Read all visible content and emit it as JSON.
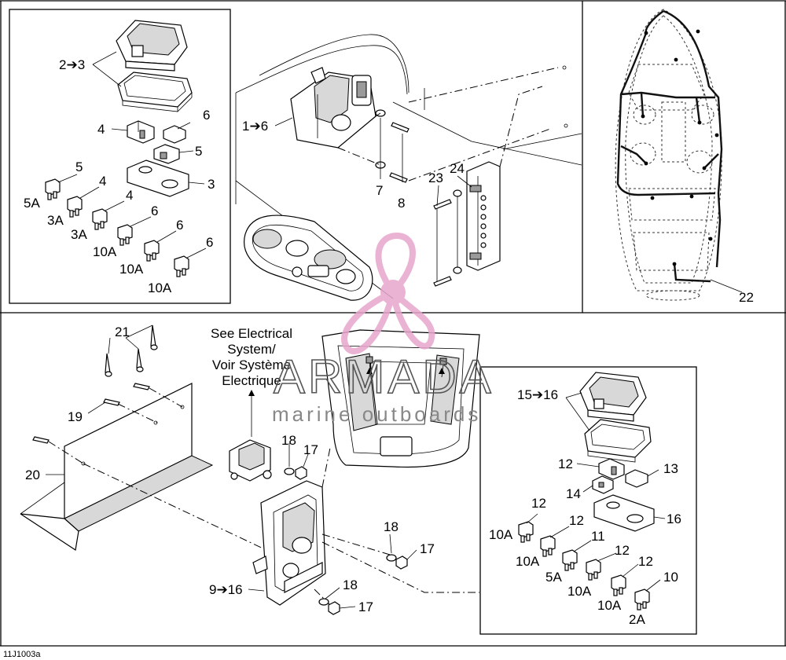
{
  "callouts": {
    "top_left_box": [
      "2➔3",
      "4",
      "6",
      "5",
      "5",
      "3",
      "5A",
      "4",
      "3A",
      "4",
      "3A",
      "6",
      "10A",
      "6",
      "10A",
      "6",
      "10A"
    ],
    "top_middle": [
      "1➔6",
      "7",
      "8",
      "23",
      "24"
    ],
    "top_right": [
      "22"
    ],
    "bottom_left": [
      "21",
      "19",
      "20",
      "18",
      "17",
      "18",
      "17",
      "18",
      "17",
      "9➔16"
    ],
    "bottom_right_box": [
      "15➔16",
      "12",
      "13",
      "14",
      "12",
      "16",
      "10A",
      "12",
      "11",
      "10A",
      "12",
      "5A",
      "12",
      "10A",
      "10",
      "10A",
      "2A"
    ]
  },
  "note": {
    "line1": "See Electrical",
    "line2": "System/",
    "line3": "Voir Système",
    "line4": "Electrique"
  },
  "watermark": {
    "brand": "ARMADA",
    "tagline": "marine outboards",
    "logo": "propeller-logo",
    "logo_color": "#e8a6cc"
  },
  "figure_code": "11J1003a"
}
